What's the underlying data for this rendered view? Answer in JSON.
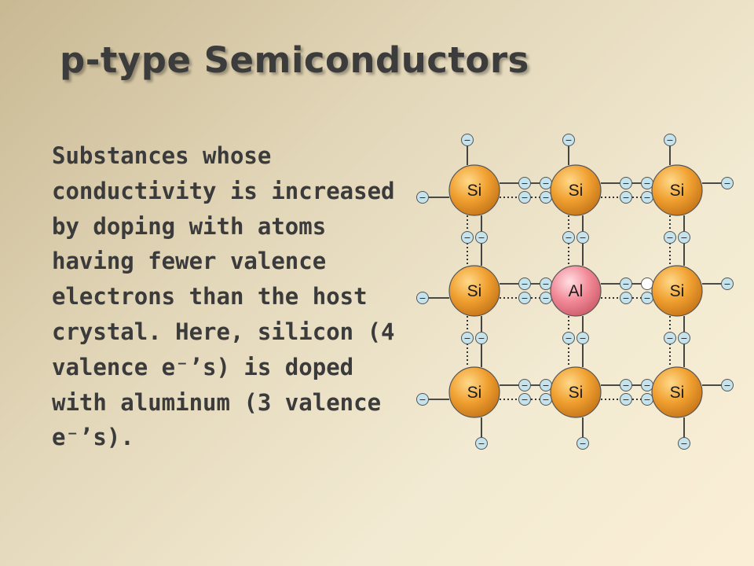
{
  "slide": {
    "title": "p-type Semiconductors",
    "body_lines": [
      "Substances whose",
      "conductivity is increased",
      "by doping with atoms",
      "having fewer valence",
      "electrons than the host",
      "crystal. Here, silicon (4",
      "valence e⁻’s) is doped",
      "with aluminum (3 valence",
      "e⁻’s)."
    ]
  },
  "lattice": {
    "rows": [
      [
        "Si",
        "Si",
        "Si"
      ],
      [
        "Si",
        "Al",
        "Si"
      ],
      [
        "Si",
        "Si",
        "Si"
      ]
    ],
    "electron_symbol": "−",
    "hole_position": "right of Al, upper bond",
    "colors": {
      "si_atom": "#f0a030",
      "al_atom": "#f28a98",
      "electron": "#c4e3ec",
      "hole": "#ffffff",
      "bond": "#333333"
    }
  }
}
